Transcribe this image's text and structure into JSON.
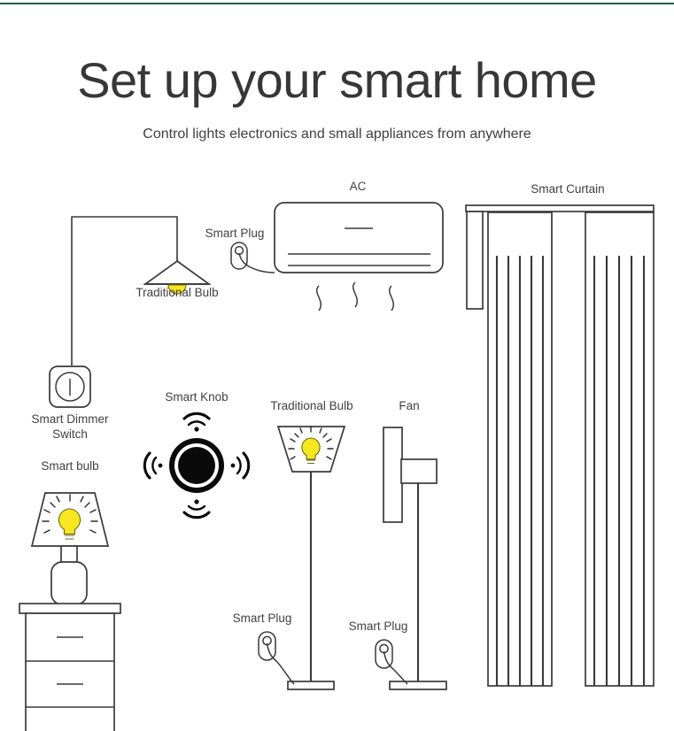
{
  "header": {
    "title": "Set up your smart home",
    "subtitle": "Control lights electronics and small appliances from anywhere",
    "rule_color": "#1f5c4d"
  },
  "colors": {
    "line": "#3a3a3a",
    "text": "#414141",
    "bulb": "#f9e71e",
    "knob": "#0a0a0a",
    "background": "#ffffff"
  },
  "diagram": {
    "name": "smart-home-devices-illustration",
    "labels": {
      "smart_plug_ac": "Smart Plug",
      "ac": "AC",
      "smart_curtain": "Smart Curtain",
      "traditional_bulb_pendant": "Traditional Bulb",
      "smart_dimmer_switch_line1": "Smart Dimmer",
      "smart_dimmer_switch_line2": "Switch",
      "smart_knob": "Smart Knob",
      "smart_bulb": "Smart bulb",
      "traditional_bulb_floor": "Traditional Bulb",
      "fan": "Fan",
      "smart_plug_floorlamp": "Smart Plug",
      "smart_plug_fan": "Smart Plug"
    },
    "devices": [
      {
        "id": "pendant-lamp",
        "label": "Traditional Bulb",
        "type": "light"
      },
      {
        "id": "smart-dimmer-switch",
        "label": "Smart Dimmer Switch",
        "type": "switch"
      },
      {
        "id": "smart-plug-ac",
        "label": "Smart Plug",
        "type": "plug"
      },
      {
        "id": "air-conditioner",
        "label": "AC",
        "type": "appliance"
      },
      {
        "id": "smart-curtain",
        "label": "Smart Curtain",
        "type": "curtain"
      },
      {
        "id": "smart-knob",
        "label": "Smart Knob",
        "type": "controller"
      },
      {
        "id": "bedside-lamp",
        "label": "Smart bulb",
        "type": "light"
      },
      {
        "id": "floor-lamp",
        "label": "Traditional Bulb",
        "type": "light"
      },
      {
        "id": "pedestal-fan",
        "label": "Fan",
        "type": "appliance"
      },
      {
        "id": "smart-plug-floorlamp",
        "label": "Smart Plug",
        "type": "plug"
      },
      {
        "id": "smart-plug-fan",
        "label": "Smart Plug",
        "type": "plug"
      }
    ]
  }
}
